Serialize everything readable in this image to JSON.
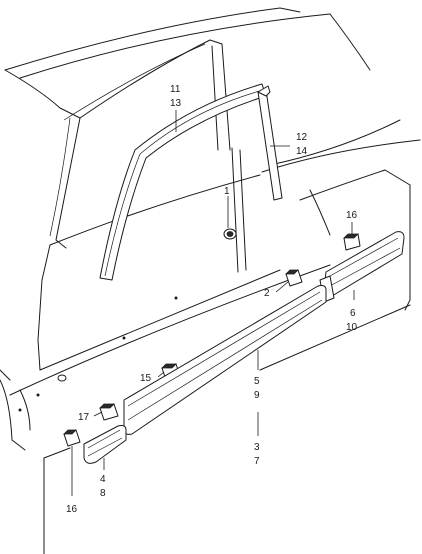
{
  "labels": {
    "p11": "11",
    "p13": "13",
    "p12": "12",
    "p14": "14",
    "p1": "1",
    "p16a": "16",
    "p2": "2",
    "p6": "6",
    "p10": "10",
    "p15": "15",
    "p5": "5",
    "p9": "9",
    "p17": "17",
    "p3": "3",
    "p7": "7",
    "p4": "4",
    "p8": "8",
    "p16b": "16"
  }
}
